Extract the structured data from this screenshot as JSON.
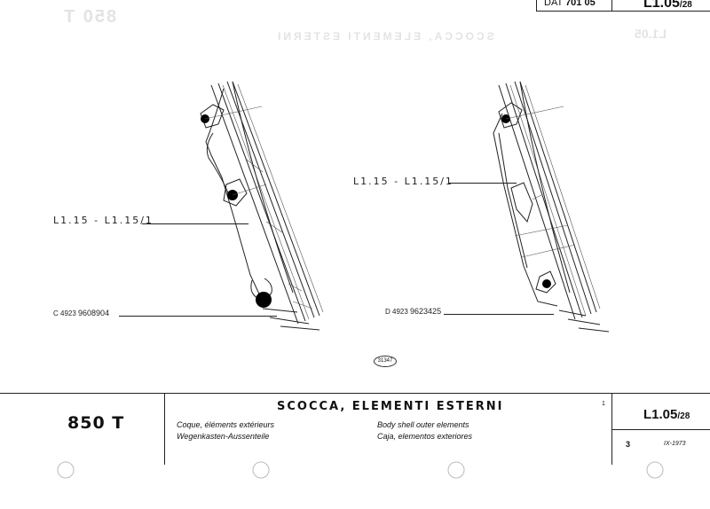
{
  "header": {
    "dat_prefix": "DAT",
    "dat_number": "701 05",
    "ref_main": "L1.05",
    "ref_sub": "/28"
  },
  "drawing": {
    "left_label": "L1.15 - L1.15/1",
    "left_part_prefix": "C 4923",
    "left_part_number": "9608904",
    "right_label": "L1.15 - L1.15/1",
    "right_part_prefix": "D 4923",
    "right_part_number": "9623425",
    "drawing_ref": "31347"
  },
  "title_block": {
    "model": "850 T",
    "title": "SCOCCA, ELEMENTI ESTERNI",
    "fr": "Coque, éléments extérieurs",
    "de": "Wegenkasten-Aussenteile",
    "en": "Body shell outer elements",
    "es": "Caja, elementos exteriores",
    "index_number": "1",
    "ref_main": "L1.05",
    "ref_sub": "/28",
    "sheet": "3",
    "date": "IX-1973"
  }
}
